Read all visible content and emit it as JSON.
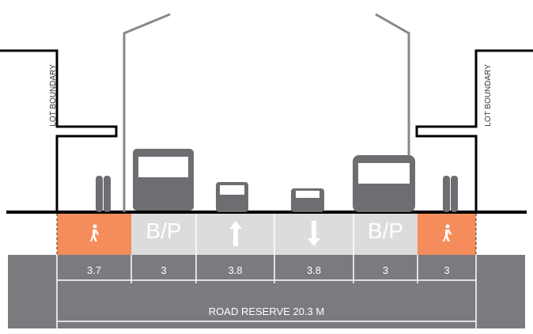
{
  "lot_boundary_label": "LOT BOUNDARY",
  "lanes": [
    {
      "type": "footpath",
      "label": "",
      "width": "3.7"
    },
    {
      "type": "bus-parking",
      "label": "B/P",
      "width": "3"
    },
    {
      "type": "traffic-up",
      "label": "",
      "width": "3.8"
    },
    {
      "type": "traffic-down",
      "label": "",
      "width": "3.8"
    },
    {
      "type": "bus-parking",
      "label": "B/P",
      "width": "3"
    },
    {
      "type": "footpath",
      "label": "",
      "width": "3"
    }
  ],
  "total_label": "ROAD RESERVE 20.3 M",
  "colors": {
    "footpath": "#f58c5c",
    "lane": "#dcdcdc",
    "band": "#7a7b7f",
    "vehicle": "#6d6e71"
  }
}
